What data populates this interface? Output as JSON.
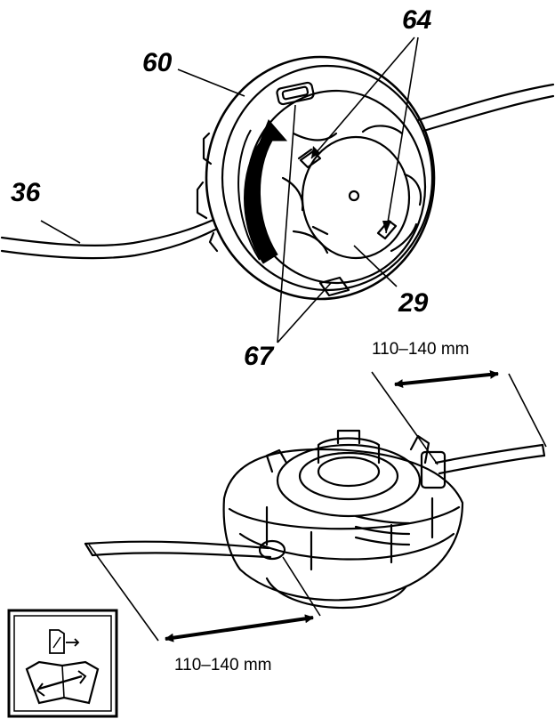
{
  "callouts": {
    "c60": "60",
    "c64": "64",
    "c36": "36",
    "c29": "29",
    "c67": "67"
  },
  "dimensions": {
    "upper": "110–140 mm",
    "lower": "110–140 mm"
  },
  "manual_icon": "read-manual-icon",
  "colors": {
    "line": "#000000",
    "background": "#ffffff"
  }
}
